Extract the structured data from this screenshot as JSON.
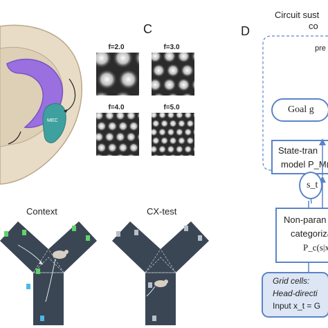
{
  "panels": {
    "c_letter": "C",
    "d_letter": "D"
  },
  "brain": {
    "mec_label": "MEC"
  },
  "grids": [
    {
      "label": "f=2.0",
      "freq": 2
    },
    {
      "label": "f=3.0",
      "freq": 3
    },
    {
      "label": "f=4.0",
      "freq": 4
    },
    {
      "label": "f=5.0",
      "freq": 5
    }
  ],
  "mazes": {
    "context_title": "Context",
    "test_title": "CX-test"
  },
  "diagram": {
    "title_line1": "Circuit sust",
    "title_line2": "co",
    "region_label": "pre",
    "goal": "Goal g",
    "state_line1": "State-tran",
    "state_line2": "model P_M(",
    "state_node": "s_t",
    "cat_line1": "Non-paran",
    "cat_line2": "categoriza",
    "cat_line3": "P_c(s|x",
    "input_line1": "Grid cells:",
    "input_line2": "Head-directi",
    "input_line3": "Input x_t = G",
    "colors": {
      "accent": "#5a84c8",
      "input_fill": "#dde6f5"
    }
  }
}
